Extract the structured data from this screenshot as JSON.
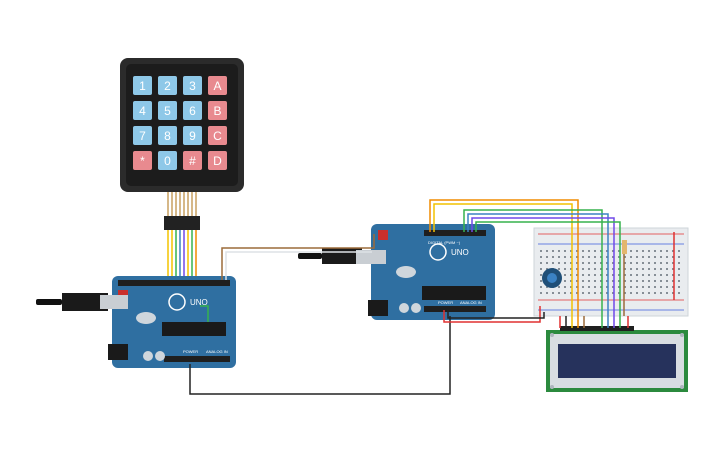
{
  "keypad": {
    "keys": [
      {
        "label": "1",
        "kind": "num"
      },
      {
        "label": "2",
        "kind": "num"
      },
      {
        "label": "3",
        "kind": "num"
      },
      {
        "label": "A",
        "kind": "alpha"
      },
      {
        "label": "4",
        "kind": "num"
      },
      {
        "label": "5",
        "kind": "num"
      },
      {
        "label": "6",
        "kind": "num"
      },
      {
        "label": "B",
        "kind": "alpha"
      },
      {
        "label": "7",
        "kind": "num"
      },
      {
        "label": "8",
        "kind": "num"
      },
      {
        "label": "9",
        "kind": "num"
      },
      {
        "label": "C",
        "kind": "alpha"
      },
      {
        "label": "*",
        "kind": "alpha"
      },
      {
        "label": "0",
        "kind": "num"
      },
      {
        "label": "#",
        "kind": "alpha"
      },
      {
        "label": "D",
        "kind": "alpha"
      }
    ]
  },
  "arduino_left": {
    "brand": "UNO",
    "power_label": "POWER",
    "analog_label": "ANALOG IN"
  },
  "arduino_right": {
    "brand": "UNO",
    "power_label": "POWER",
    "analog_label": "ANALOG IN",
    "digital_label": "DIGITAL (PWM ~)"
  },
  "colors": {
    "board": "#2f6fa1",
    "board_dark": "#1f4f78",
    "key_num": "#8ec8e8",
    "key_alpha": "#e88a8f",
    "lcd_screen": "#26325c",
    "lcd_body": "#2b8a3e",
    "wire_yellow": "#f2c200",
    "wire_orange": "#f08c00",
    "wire_green": "#37b24d",
    "wire_blue": "#3b82c4",
    "wire_purple": "#7048e8",
    "wire_brown": "#9c6b3a",
    "wire_red": "#e03131",
    "wire_black": "#222222"
  }
}
